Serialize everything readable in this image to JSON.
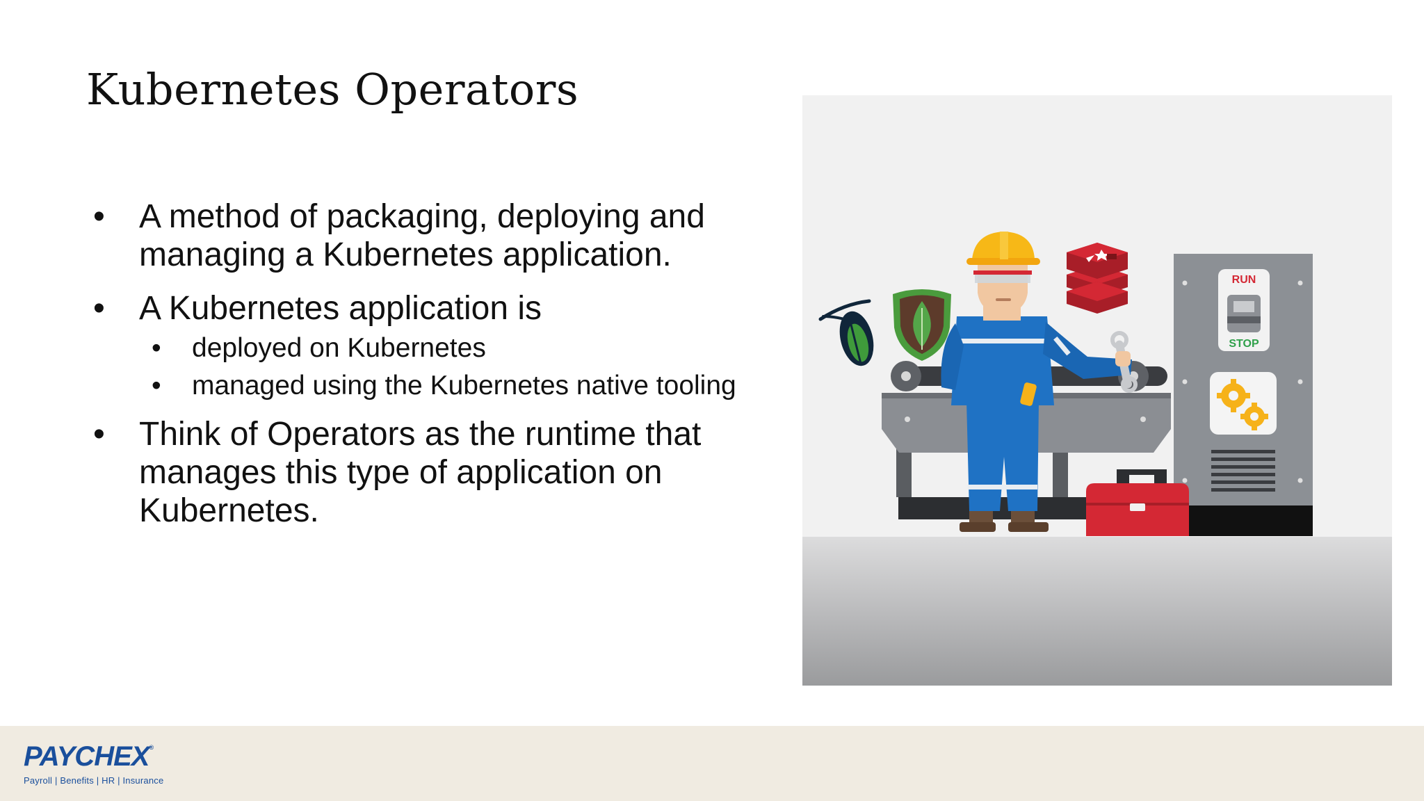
{
  "slide": {
    "title": "Kubernetes Operators",
    "bullets": [
      {
        "text": "A method of packaging, deploying and managing a Kubernetes application."
      },
      {
        "text": "A Kubernetes application is",
        "subitems": [
          "deployed on Kubernetes",
          "managed using the Kubernetes native tooling"
        ]
      },
      {
        "text": "Think of Operators as the runtime that manages this type of application on Kubernetes."
      }
    ],
    "bullet_glyph": "•"
  },
  "illustration": {
    "run_label": "RUN",
    "stop_label": "STOP",
    "icons": [
      "leaf-shield-icon",
      "redis-icon",
      "beetle-icon",
      "gears-icon",
      "toolbox-icon",
      "wrench-icon"
    ]
  },
  "footer": {
    "brand": "PAYCHEX",
    "registered": "®",
    "tagline": "Payroll | Benefits | HR | Insurance"
  },
  "colors": {
    "brand_blue": "#1a4f9c",
    "footer_bg": "#f0ebe1",
    "worker_blue": "#1f72c4",
    "hardhat_yellow": "#f7b817",
    "red_accent": "#d42834"
  }
}
